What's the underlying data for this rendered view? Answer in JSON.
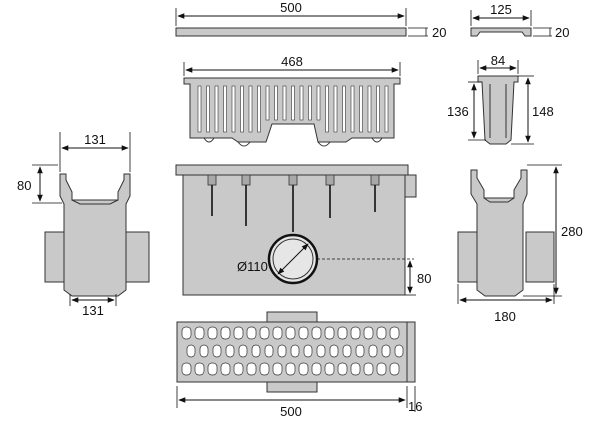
{
  "colors": {
    "part_fill": "#c9c9c9",
    "part_stroke": "#333333",
    "part_dark": "#a8a8a8",
    "line": "#111111",
    "background": "#ffffff"
  },
  "dimensions": {
    "grate_top_length": "500",
    "grate_top_thickness": "20",
    "grate_end_width": "125",
    "grate_end_thickness": "20",
    "basket_length": "468",
    "basket_top_width": "84",
    "basket_depth_inner": "136",
    "basket_depth_outer": "148",
    "left_top_width": "131",
    "left_top_depth": "80",
    "left_bottom_width": "131",
    "outlet_diameter": "Ø110",
    "outlet_height": "80",
    "right_total_height": "280",
    "right_bottom_width": "180",
    "grate_plan_length": "500",
    "grate_plan_offset": "16"
  }
}
